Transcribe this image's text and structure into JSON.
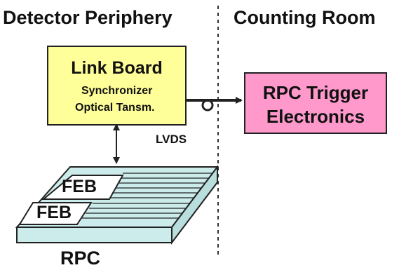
{
  "headers": {
    "left": "Detector Periphery",
    "right": "Counting Room"
  },
  "link_board": {
    "title": "Link Board",
    "line1": "Synchronizer",
    "line2": "Optical Tansm."
  },
  "trigger": {
    "line1": "RPC Trigger",
    "line2": "Electronics"
  },
  "lvds_label": "LVDS",
  "feb_labels": [
    "FEB",
    "FEB"
  ],
  "rpc_label": "RPC",
  "colors": {
    "link_board_fill": "#ffff99",
    "trigger_fill": "#ff99cc",
    "chamber_fill": "#ccecec",
    "line": "#222222"
  }
}
